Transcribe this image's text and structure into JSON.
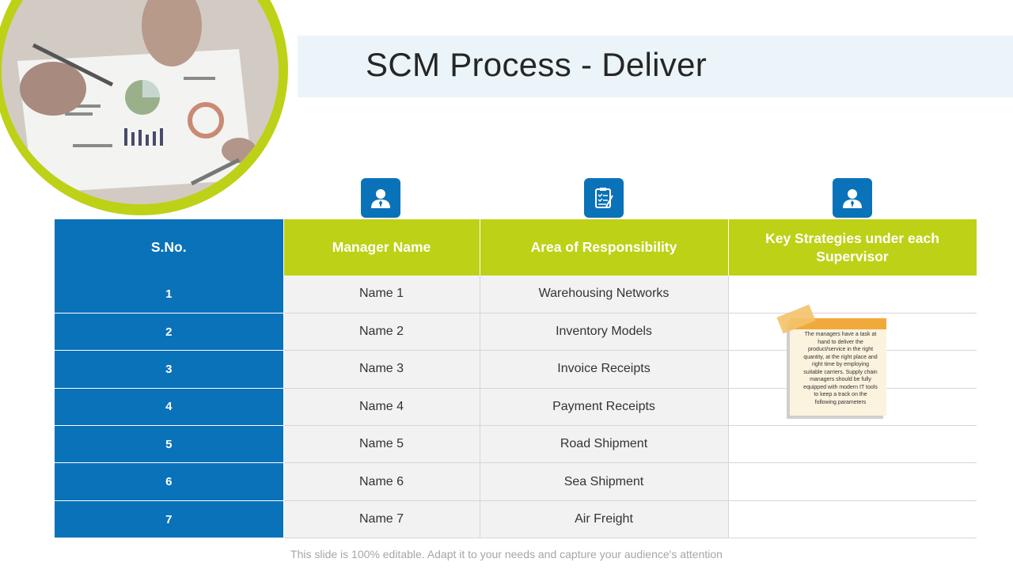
{
  "title": "SCM Process - Deliver",
  "columns": [
    "S.No.",
    "Manager Name",
    "Area of Responsibility",
    "Key Strategies under each Supervisor"
  ],
  "rows": [
    {
      "sno": "1",
      "manager": "Name 1",
      "area": "Warehousing Networks"
    },
    {
      "sno": "2",
      "manager": "Name 2",
      "area": "Inventory  Models"
    },
    {
      "sno": "3",
      "manager": "Name 3",
      "area": "Invoice  Receipts"
    },
    {
      "sno": "4",
      "manager": "Name 4",
      "area": "Payment Receipts"
    },
    {
      "sno": "5",
      "manager": "Name 5",
      "area": "Road Shipment"
    },
    {
      "sno": "6",
      "manager": "Name 6",
      "area": "Sea Shipment"
    },
    {
      "sno": "7",
      "manager": "Name 7",
      "area": "Air Freight"
    }
  ],
  "note": "The managers have a task at hand to deliver the product/service in the right quantity, at the right place and right time by employing suitable carriers. Supply chain managers should be fully equipped with modern IT tools to keep a track on the following parameters",
  "footer": "This slide is 100% editable. Adapt it to your needs and capture your audience's attention",
  "icons": [
    "manager-icon",
    "checklist-icon",
    "supervisor-icon"
  ],
  "colors": {
    "blue": "#0a72b9",
    "green": "#bdd116",
    "band": "#ebf5f9"
  }
}
